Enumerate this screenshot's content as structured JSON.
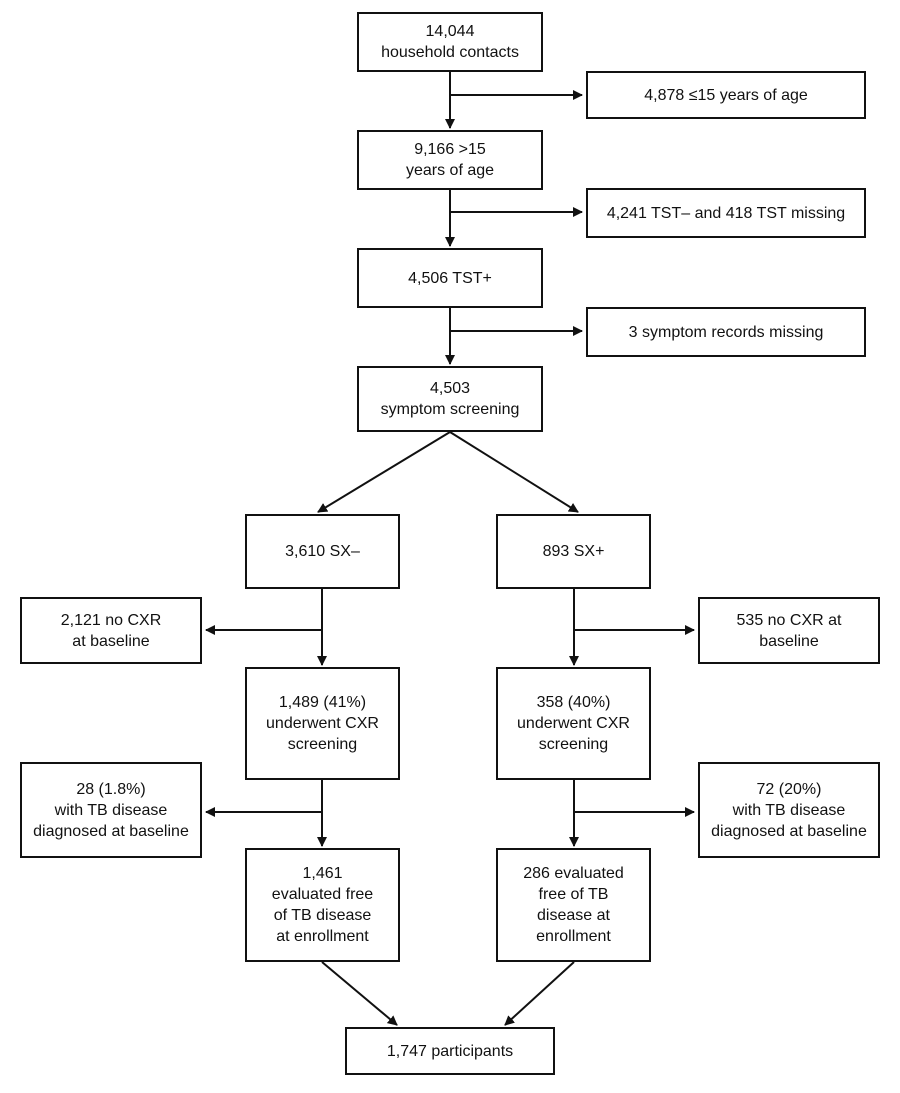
{
  "nodes": {
    "contacts": {
      "lines": [
        "14,044",
        "household contacts"
      ]
    },
    "under15": {
      "lines": [
        "4,878 ≤15 years of age"
      ]
    },
    "over15": {
      "lines": [
        "9,166 >15",
        "years of age"
      ]
    },
    "tstneg": {
      "lines": [
        "4,241 TST– and 418 TST missing"
      ]
    },
    "tstpos": {
      "lines": [
        "4,506 TST+"
      ]
    },
    "symmissing": {
      "lines": [
        "3 symptom records missing"
      ]
    },
    "screening": {
      "lines": [
        "4,503",
        "symptom screening"
      ]
    },
    "sxneg": {
      "lines": [
        "3,610 SX–"
      ]
    },
    "sxpos": {
      "lines": [
        "893 SX+"
      ]
    },
    "nocxr_left": {
      "lines": [
        "2,121 no CXR",
        "at baseline"
      ]
    },
    "nocxr_right": {
      "lines": [
        "535 no CXR at",
        "baseline"
      ]
    },
    "cxr_left": {
      "lines": [
        "1,489 (41%)",
        "underwent CXR",
        "screening"
      ]
    },
    "cxr_right": {
      "lines": [
        "358 (40%)",
        "underwent CXR",
        "screening"
      ]
    },
    "tb_left": {
      "lines": [
        "28 (1.8%)",
        "with TB disease",
        "diagnosed at baseline"
      ]
    },
    "tb_right": {
      "lines": [
        "72 (20%)",
        "with TB disease",
        "diagnosed at baseline"
      ]
    },
    "free_left": {
      "lines": [
        "1,461",
        "evaluated free",
        "of TB disease",
        "at enrollment"
      ]
    },
    "free_right": {
      "lines": [
        "286 evaluated",
        "free of TB",
        "disease at",
        "enrollment"
      ]
    },
    "participants": {
      "lines": [
        "1,747 participants"
      ]
    }
  }
}
